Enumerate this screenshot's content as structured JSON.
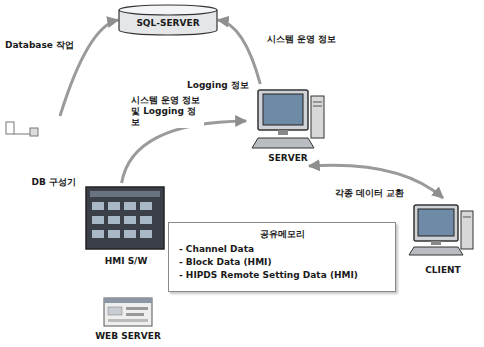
{
  "diagram": {
    "nodes": [
      {
        "text": [
          "SQL-SERVER"
        ]
      },
      {
        "text": [
          "SERVER"
        ]
      },
      {
        "text": [
          "DB 구성기"
        ]
      },
      {
        "text": [
          "HMI S/W"
        ]
      },
      {
        "text": [
          "공유메모리",
          "- Channel Data",
          "- Block Data (HMI)",
          "- HIPDS Remote Setting Data (HMI)"
        ]
      },
      {
        "text": [
          "CLIENT"
        ]
      },
      {
        "text": [
          "WEB SERVER"
        ]
      }
    ],
    "edges": [
      {
        "from": 1,
        "to": 0,
        "arrow": "to"
      },
      {
        "from": 2,
        "to": 0,
        "arrow": "to"
      },
      {
        "from": 3,
        "to": 1,
        "arrow": "to"
      },
      {
        "from": 1,
        "to": 5,
        "arrow": "both"
      }
    ],
    "labels": [
      "시스템 운영 정보",
      "Database 작업",
      "Logging 정보",
      "시스템 운영 정보 및 Logging 정보",
      "각종 데이터 교환"
    ]
  }
}
